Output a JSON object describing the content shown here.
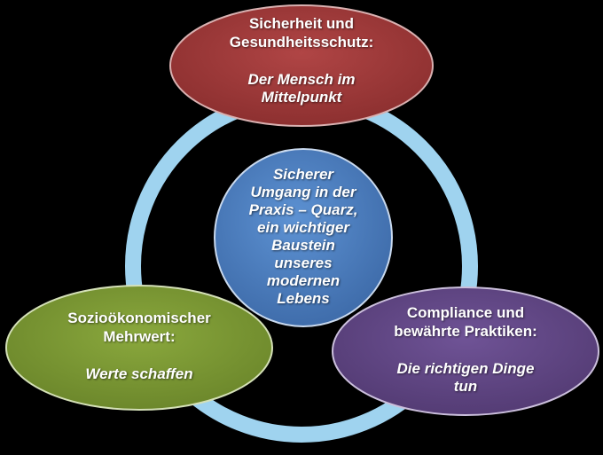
{
  "colors": {
    "background": "#000000",
    "ring": "#9fd3ef",
    "center": "#4a7ec0",
    "top": "#9c3a3a",
    "left": "#7a9633",
    "right": "#5f4582",
    "text": "#ffffff"
  },
  "center": {
    "lines": [
      "Sicherer",
      "Umgang in der",
      "Praxis – Quarz,",
      "ein wichtiger",
      "Baustein",
      "unseres",
      "modernen",
      "Lebens"
    ]
  },
  "top": {
    "heading_lines": [
      "Sicherheit und",
      "Gesundheitsschutz:"
    ],
    "sub_lines": [
      "Der Mensch im",
      "Mittelpunkt"
    ]
  },
  "left": {
    "heading_lines": [
      "Sozioökonomischer",
      "Mehrwert:"
    ],
    "sub_lines": [
      "Werte schaffen"
    ]
  },
  "right": {
    "heading_lines": [
      "Compliance und",
      "bewährte Praktiken:"
    ],
    "sub_lines": [
      "Die richtigen Dinge",
      "tun"
    ]
  }
}
